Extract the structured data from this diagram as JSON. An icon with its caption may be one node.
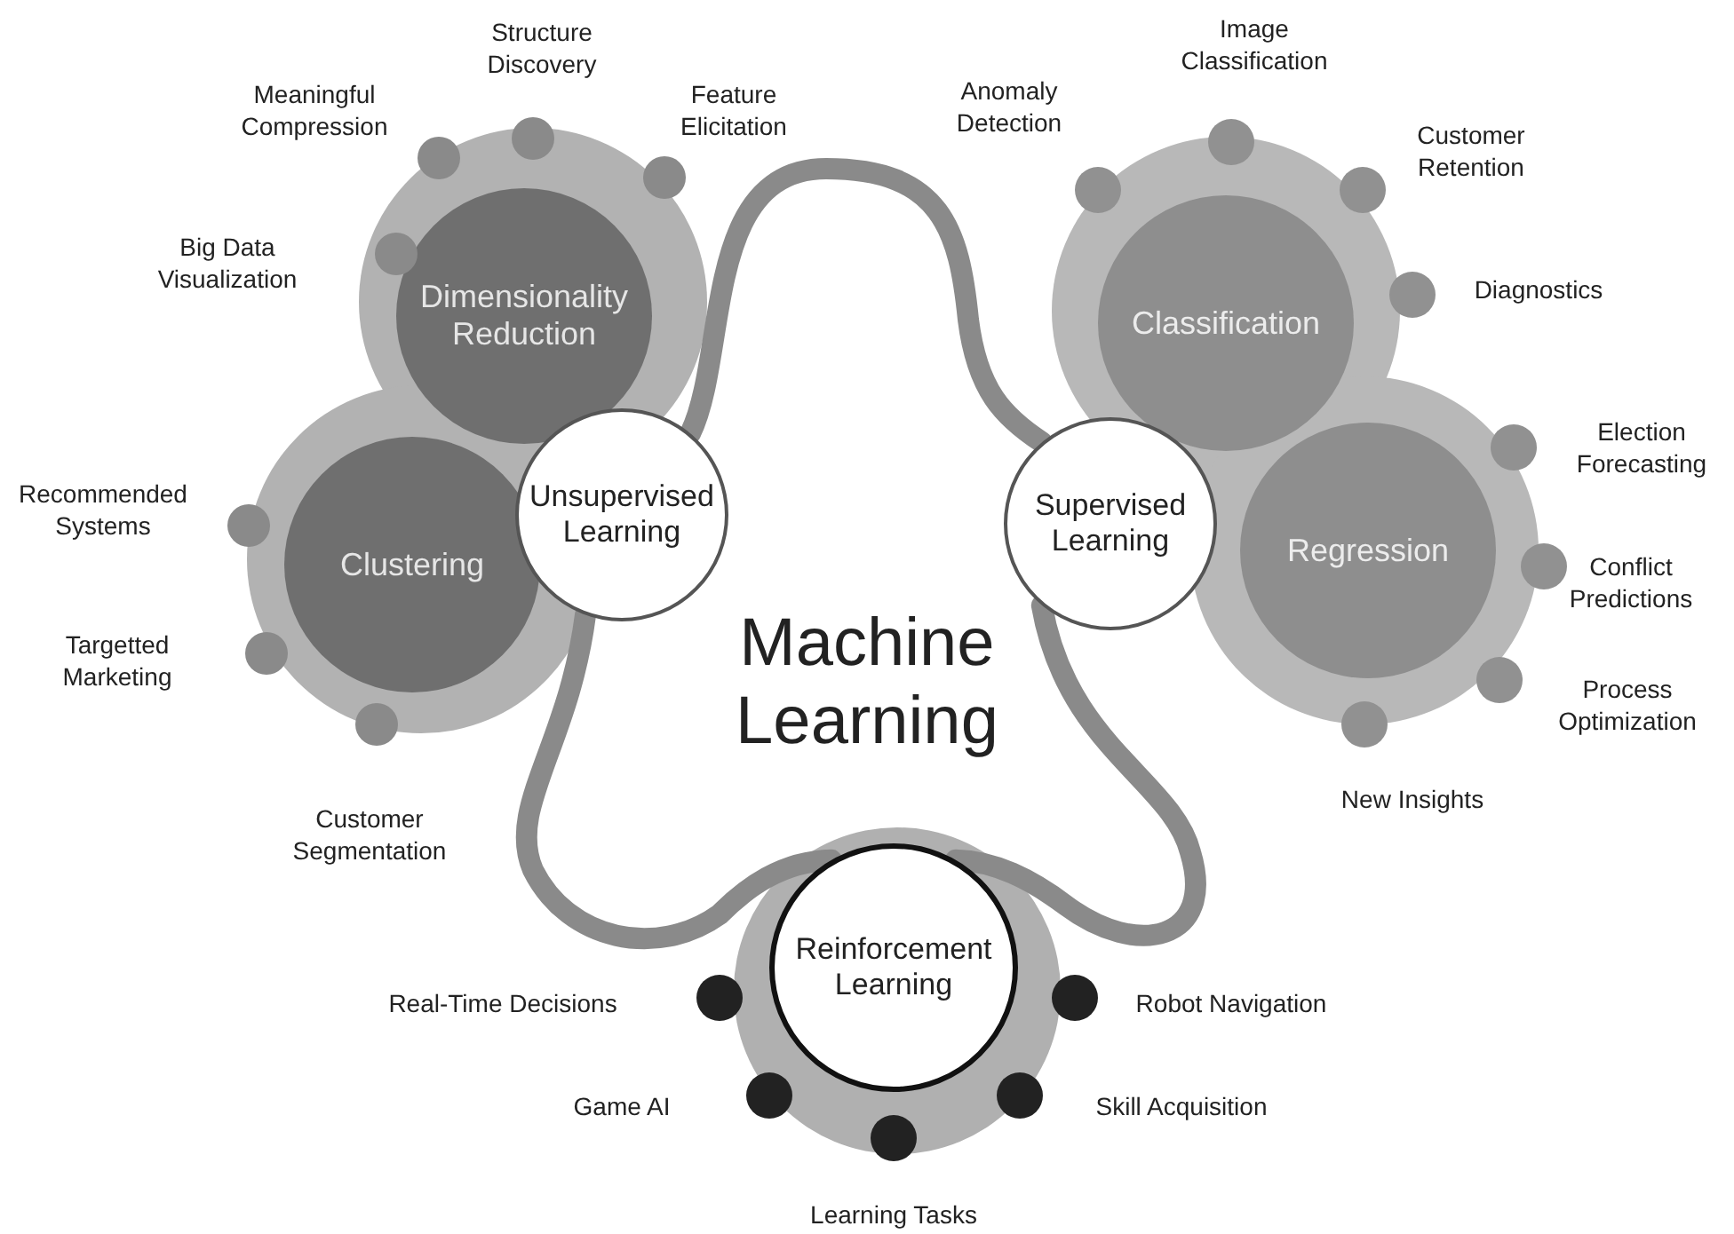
{
  "diagram": {
    "title": "Machine Learning",
    "nodes": [
      {
        "text": [
          "Dimensionality Reduction"
        ]
      },
      {
        "text": [
          "Classification"
        ]
      },
      {
        "text": [
          "Unsupervised Learning"
        ]
      },
      {
        "text": [
          "Clustering"
        ]
      },
      {
        "text": [
          "Supervised Learning"
        ]
      },
      {
        "text": [
          "Regression"
        ]
      },
      {
        "text": [
          "Reinforcement Learning"
        ]
      },
      {
        "text": [],
        "shape": "circle",
        "beside": [
          "Big Data Visualization"
        ]
      },
      {
        "text": [],
        "shape": "circle",
        "beside": [
          "Meaningful Compression"
        ]
      },
      {
        "text": [],
        "shape": "circle",
        "beside": [
          "Structure Discovery"
        ]
      },
      {
        "text": [],
        "shape": "circle",
        "beside": [
          "Feature Elicitation"
        ]
      },
      {
        "text": [],
        "shape": "circle",
        "beside": [
          "Recommended Systems"
        ]
      },
      {
        "text": [],
        "shape": "circle",
        "beside": [
          "Targetted Marketing"
        ]
      },
      {
        "text": [],
        "shape": "circle",
        "beside": [
          "Customer Segmentation"
        ]
      },
      {
        "text": [],
        "shape": "circle",
        "beside": [
          "Anomaly Detection"
        ]
      },
      {
        "text": [],
        "shape": "circle",
        "beside": [
          "Image Classification"
        ]
      },
      {
        "text": [],
        "shape": "circle",
        "beside": [
          "Customer Retention"
        ]
      },
      {
        "text": [],
        "shape": "circle",
        "beside": [
          "Diagnostics"
        ]
      },
      {
        "text": [],
        "shape": "circle",
        "beside": [
          "Election Forecasting"
        ]
      },
      {
        "text": [],
        "shape": "circle",
        "beside": [
          "Conflict Predictions"
        ]
      },
      {
        "text": [],
        "shape": "circle",
        "beside": [
          "Process Optimization"
        ]
      },
      {
        "text": [],
        "shape": "circle",
        "beside": [
          "New Insights"
        ]
      },
      {
        "text": [],
        "shape": "circle",
        "beside": [
          "Real-Time Decisions"
        ]
      },
      {
        "text": [],
        "shape": "circle",
        "beside": [
          "Game AI"
        ]
      },
      {
        "text": [],
        "shape": "circle",
        "beside": [
          "Learning Tasks"
        ]
      },
      {
        "text": [],
        "shape": "circle",
        "beside": [
          "Skill Acquisition"
        ]
      },
      {
        "text": [],
        "shape": "circle",
        "beside": [
          "Robot Navigation"
        ]
      }
    ],
    "edges": [
      {
        "from": 2,
        "to": 4,
        "arrow": "none"
      },
      {
        "from": 4,
        "to": 6,
        "arrow": "none"
      },
      {
        "from": 6,
        "to": 2,
        "arrow": "none"
      }
    ]
  }
}
